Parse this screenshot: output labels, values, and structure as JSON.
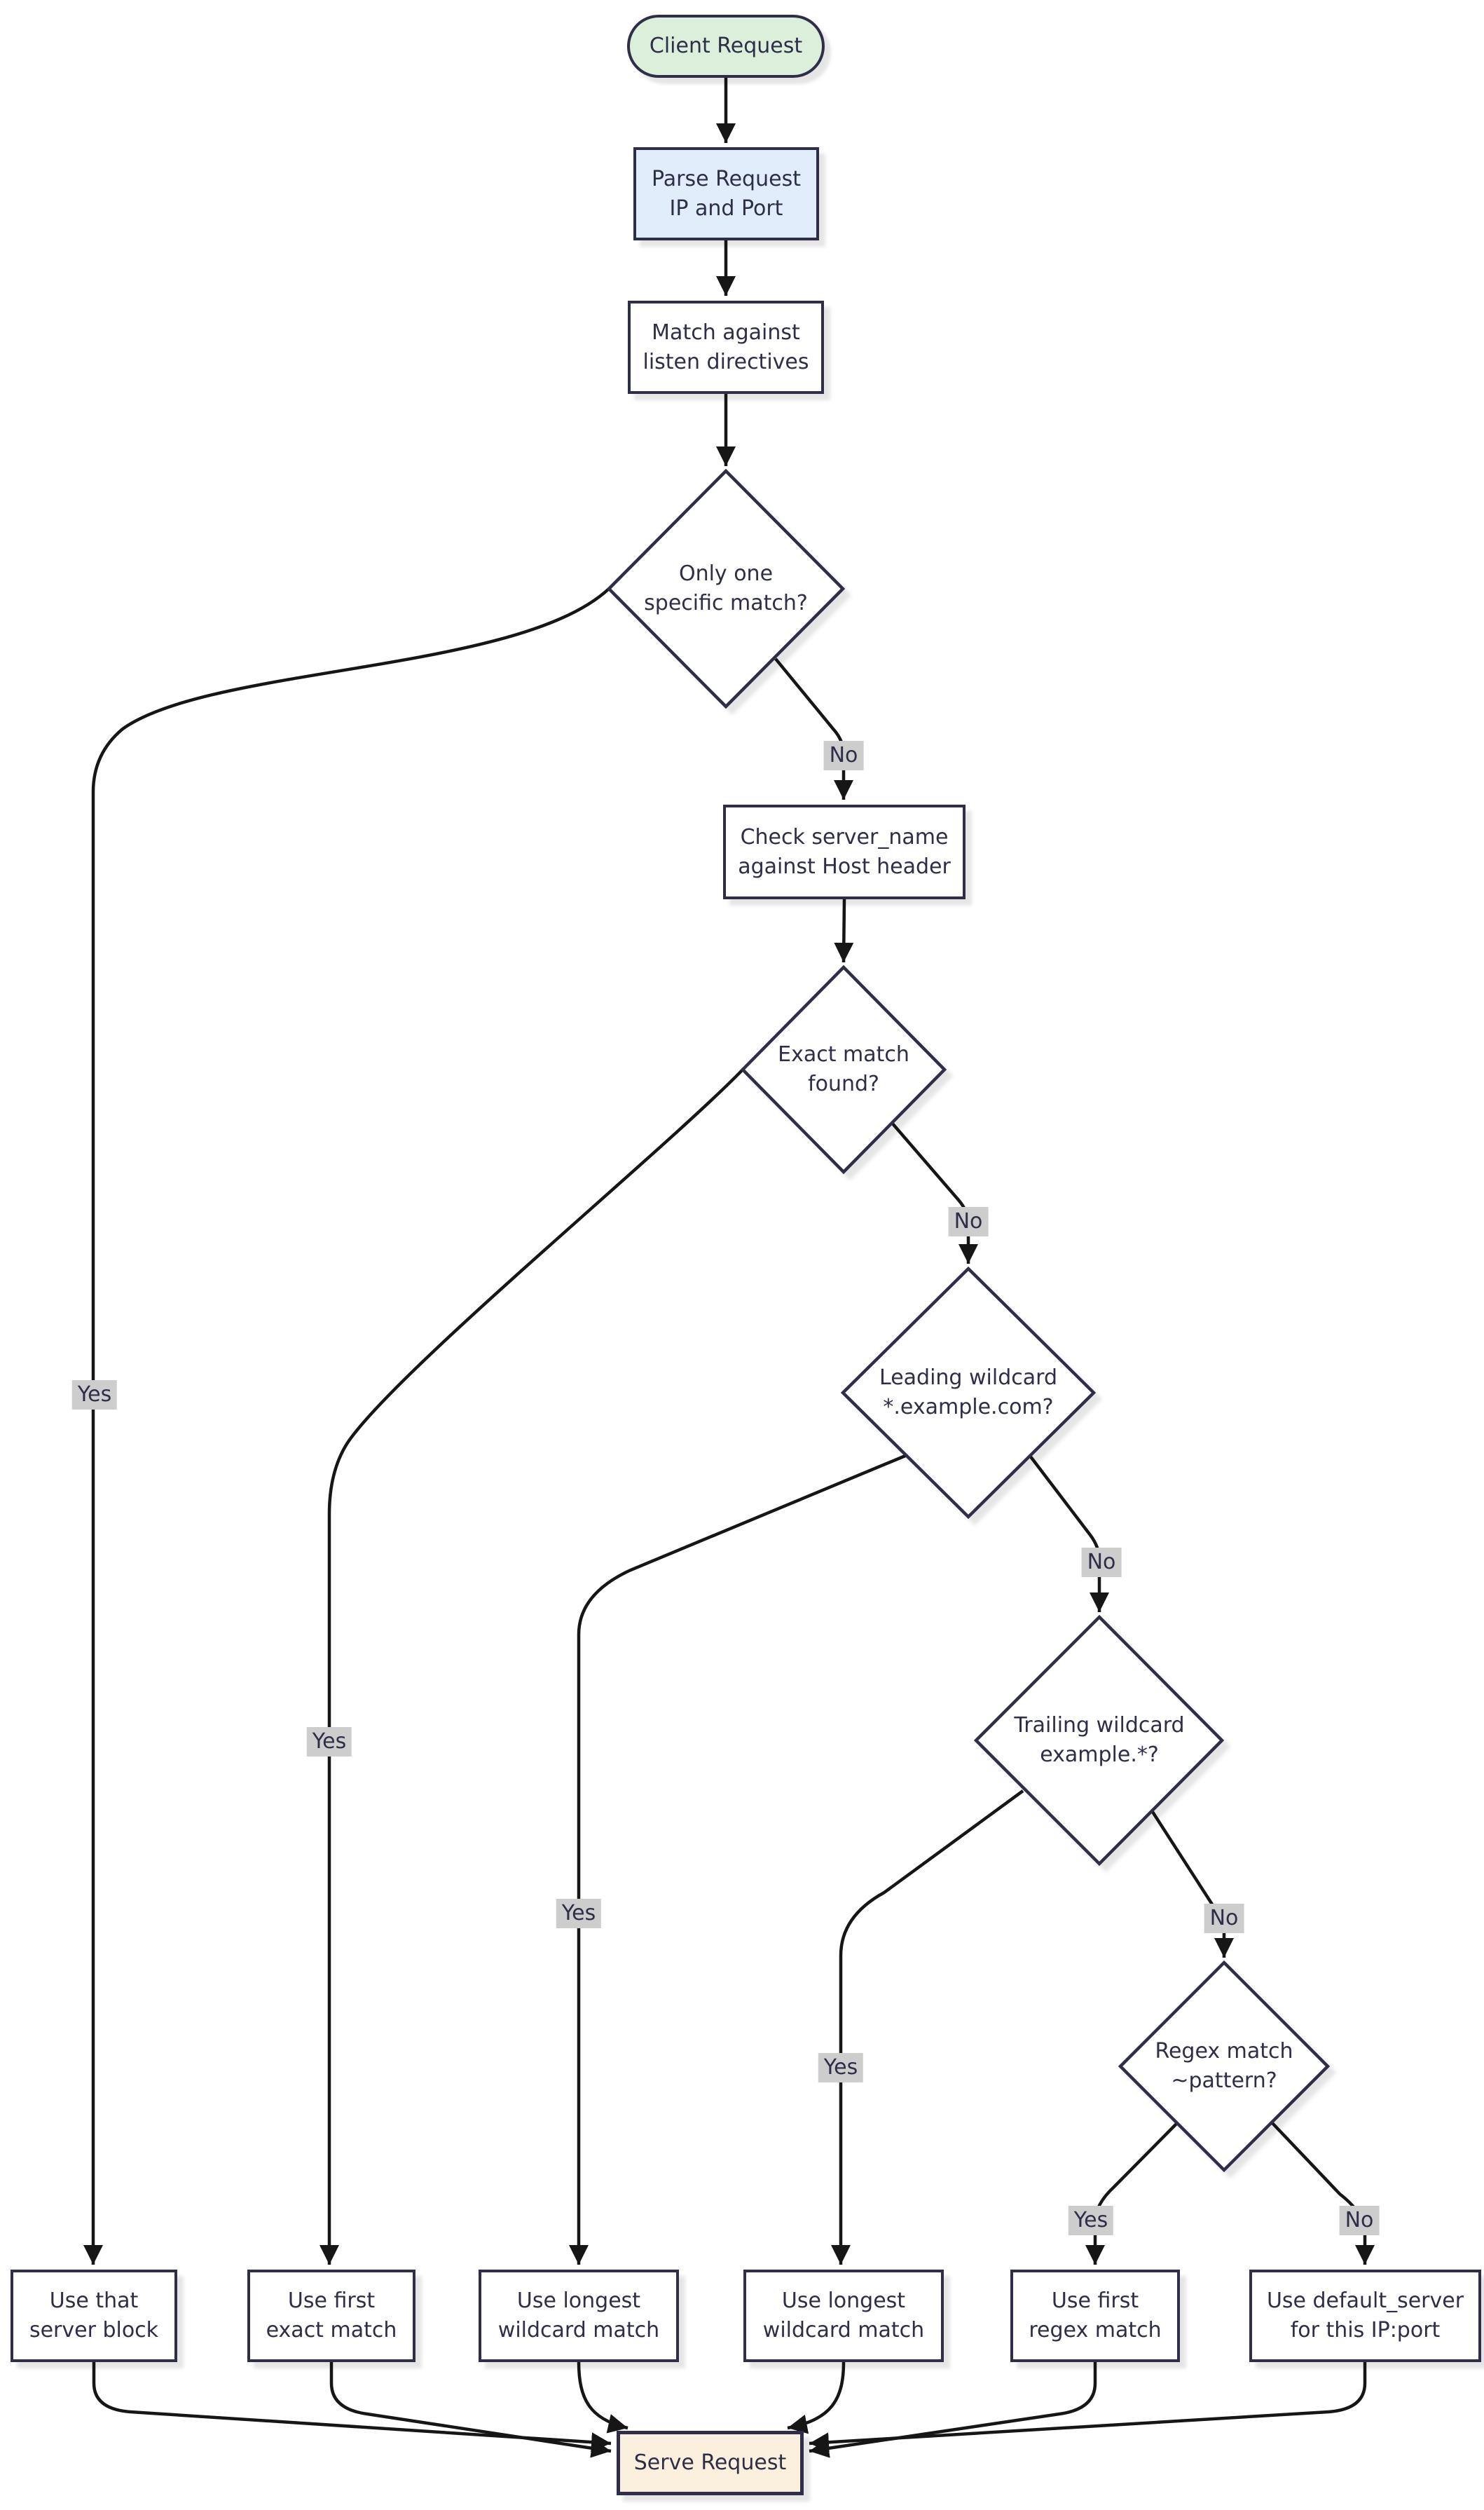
{
  "colors": {
    "background": "#ffffff",
    "node_border": "#2e2e48",
    "text": "#2e2e48",
    "edge": "#161616",
    "start_fill": "#dcefdb",
    "process_fill": "#e1edfb",
    "decision_fill": "#ffffff",
    "result_fill": "#ffffff",
    "end_fill": "#fbf0dd",
    "label_bg": "#cdcdcd"
  },
  "nodes": {
    "start": {
      "label": "Client Request",
      "type": "start"
    },
    "parse": {
      "label": "Parse Request\nIP and Port",
      "type": "process"
    },
    "match_listen": {
      "label": "Match against\nlisten directives",
      "type": "process"
    },
    "only_one_match": {
      "label": "Only one\nspecific match?",
      "type": "decision"
    },
    "check_server_name": {
      "label": "Check server_name\nagainst Host header",
      "type": "process"
    },
    "exact_match": {
      "label": "Exact match\nfound?",
      "type": "decision"
    },
    "leading_wildcard": {
      "label": "Leading wildcard\n*.example.com?",
      "type": "decision"
    },
    "trailing_wildcard": {
      "label": "Trailing wildcard\nexample.*?",
      "type": "decision"
    },
    "regex_match": {
      "label": "Regex match\n~pattern?",
      "type": "decision"
    },
    "use_that_server_block": {
      "label": "Use that\nserver block",
      "type": "result"
    },
    "use_first_exact": {
      "label": "Use first\nexact match",
      "type": "result"
    },
    "use_longest_wildcard_1": {
      "label": "Use longest\nwildcard match",
      "type": "result"
    },
    "use_longest_wildcard_2": {
      "label": "Use longest\nwildcard match",
      "type": "result"
    },
    "use_first_regex": {
      "label": "Use first\nregex match",
      "type": "result"
    },
    "use_default_server": {
      "label": "Use default_server\nfor this IP:port",
      "type": "result"
    },
    "end": {
      "label": "Serve Request",
      "type": "end"
    }
  },
  "edge_labels": {
    "only_one_yes": "Yes",
    "only_one_no": "No",
    "exact_yes": "Yes",
    "exact_no": "No",
    "leading_yes": "Yes",
    "leading_no": "No",
    "trailing_yes": "Yes",
    "trailing_no": "No",
    "regex_yes": "Yes",
    "regex_no": "No"
  }
}
